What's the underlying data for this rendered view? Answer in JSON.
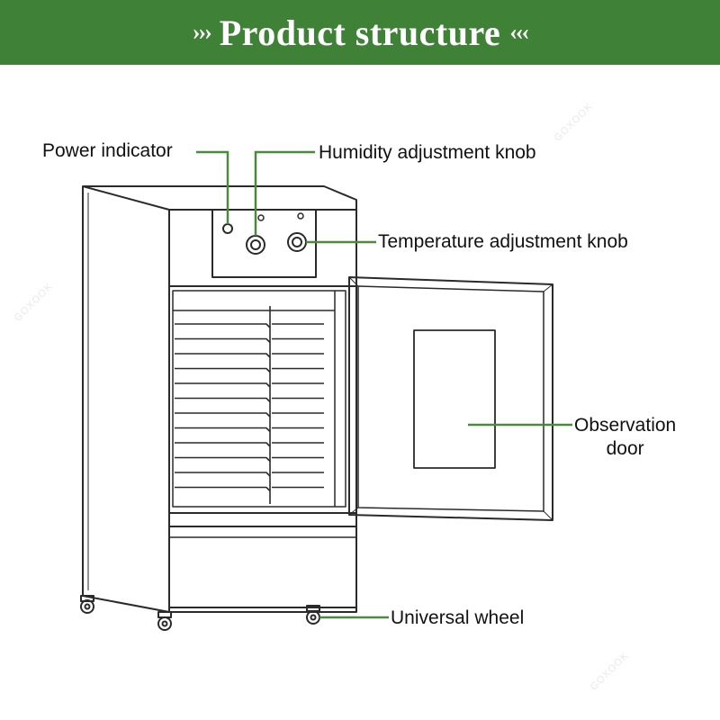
{
  "header": {
    "title": "Product structure",
    "left_glyph": "›››",
    "right_glyph": "‹‹‹",
    "background_color": "#3f8136"
  },
  "labels": {
    "power_indicator": "Power indicator",
    "humidity_knob": "Humidity  adjustment knob",
    "temperature_knob": "Temperature adjustment knob",
    "observation_door_line1": "Observation",
    "observation_door_line2": "door",
    "universal_wheel": "Universal wheel"
  },
  "watermark": {
    "text": "GOXOOK"
  },
  "colors": {
    "leader_line": "#4a8a3c",
    "drawing_stroke": "#2a2a2a"
  }
}
